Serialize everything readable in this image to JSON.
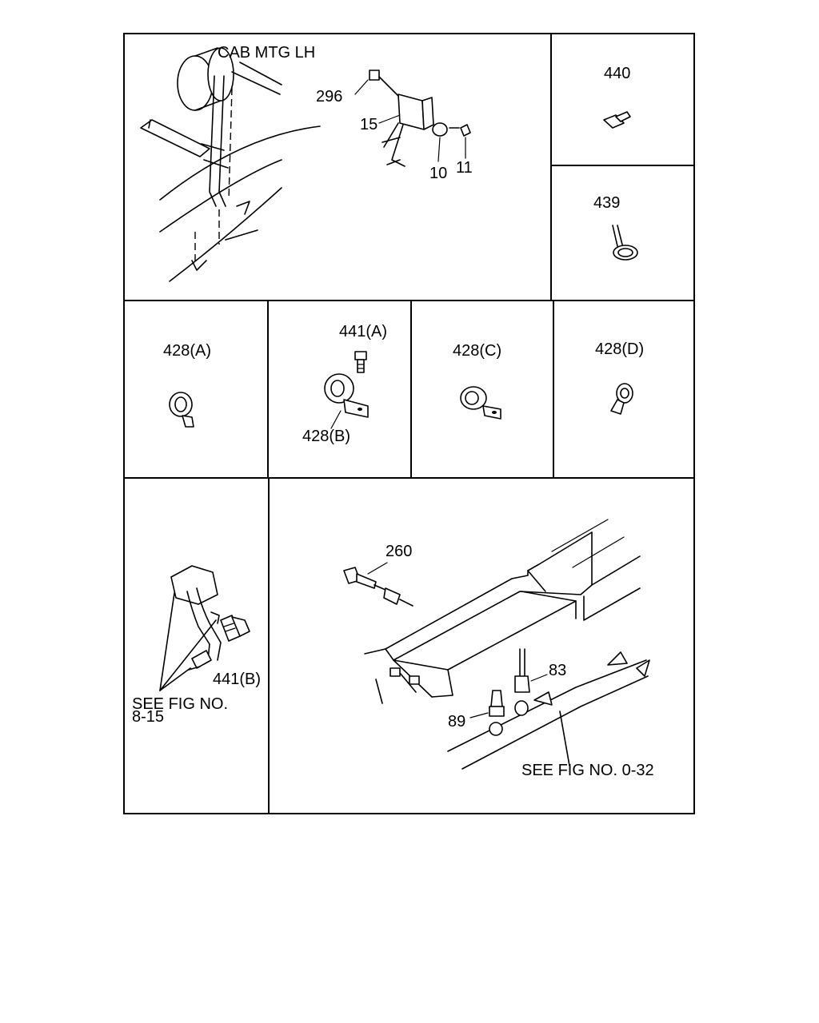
{
  "labels": {
    "cab_mtg_lh": "CAB MTG LH",
    "p296": "296",
    "p15": "15",
    "p10": "10",
    "p11": "11",
    "p440": "440",
    "p439": "439",
    "p428a": "428(A)",
    "p441a": "441(A)",
    "p428b": "428(B)",
    "p428c": "428(C)",
    "p428d": "428(D)",
    "p260": "260",
    "p83": "83",
    "p89": "89",
    "p441b": "441(B)",
    "see_fig_8_15_line1": "SEE FIG NO.",
    "see_fig_8_15_line2": "8-15",
    "see_fig_0_32": "SEE FIG NO. 0-32"
  }
}
